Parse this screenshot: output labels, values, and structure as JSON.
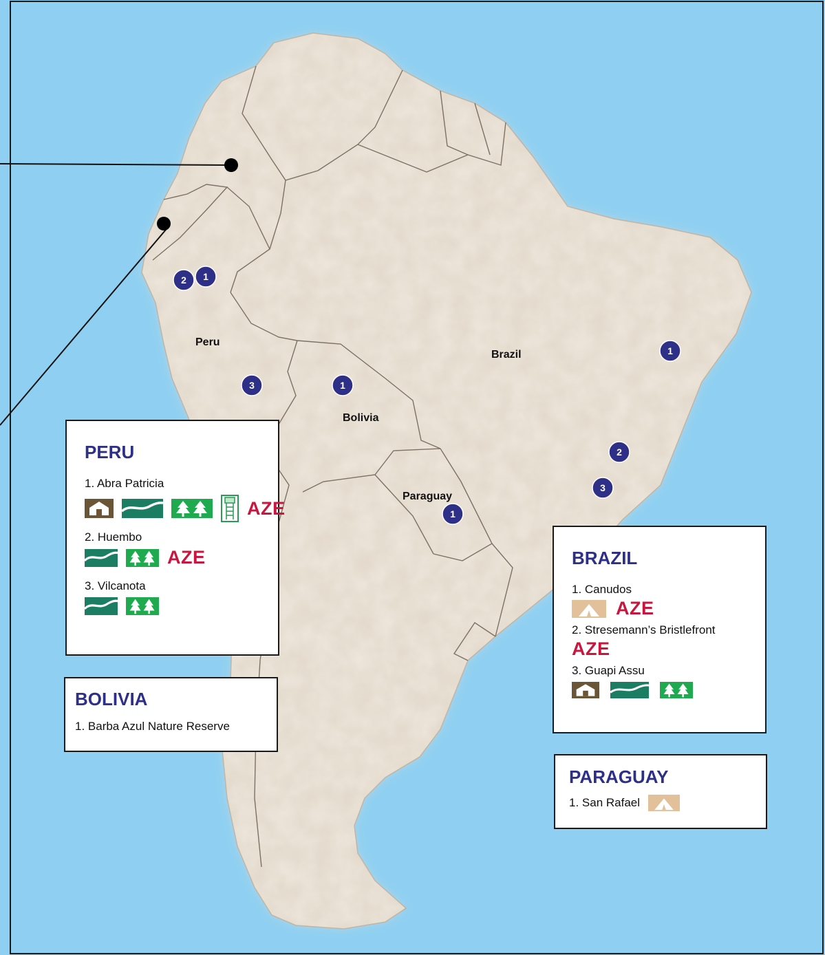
{
  "countries": {
    "peru": "Peru",
    "brazil": "Brazil",
    "bolivia": "Bolivia",
    "paraguay": "Paraguay"
  },
  "markers": {
    "peru_1": "1",
    "peru_2": "2",
    "peru_3": "3",
    "bolivia_1": "1",
    "brazil_1": "1",
    "brazil_2": "2",
    "brazil_3": "3",
    "paraguay_1": "1"
  },
  "legend": {
    "peru": {
      "title": "PERU",
      "sites": [
        {
          "name": "1.  Abra Patricia",
          "icons": [
            "lodge-icon",
            "road-icon",
            "forest-icon",
            "tower-icon"
          ],
          "aze": "AZE"
        },
        {
          "name": "2.  Huembo",
          "icons": [
            "road-icon",
            "forest-icon"
          ],
          "aze": "AZE"
        },
        {
          "name": "3.  Vilcanota",
          "icons": [
            "road-icon",
            "forest-icon"
          ],
          "aze": ""
        }
      ]
    },
    "bolivia": {
      "title": "BOLIVIA",
      "sites": [
        {
          "name": "1. Barba Azul Nature Reserve"
        }
      ]
    },
    "brazil": {
      "title": "BRAZIL",
      "sites": [
        {
          "name": "1. Canudos",
          "icons": [
            "camp-icon"
          ],
          "aze": "AZE"
        },
        {
          "name": "2. Stresemann’s Bristlefront",
          "icons": [],
          "aze": "AZE"
        },
        {
          "name": "3. Guapi Assu",
          "icons": [
            "lodge-icon",
            "road-icon",
            "forest-icon"
          ],
          "aze": ""
        }
      ]
    },
    "paraguay": {
      "title": "PARAGUAY",
      "sites": [
        {
          "name": "1. San Rafael",
          "icons": [
            "camp-icon"
          ]
        }
      ]
    }
  },
  "colors": {
    "ocean": "#8fd0f2",
    "land": "#efe7dc",
    "marker": "#2e2f86",
    "title": "#2e2f86",
    "aze": "#c8163f",
    "lodge": "#6b5537",
    "road": "#1b7e63",
    "forest": "#1faa4f",
    "camp": "#e2c09a"
  }
}
